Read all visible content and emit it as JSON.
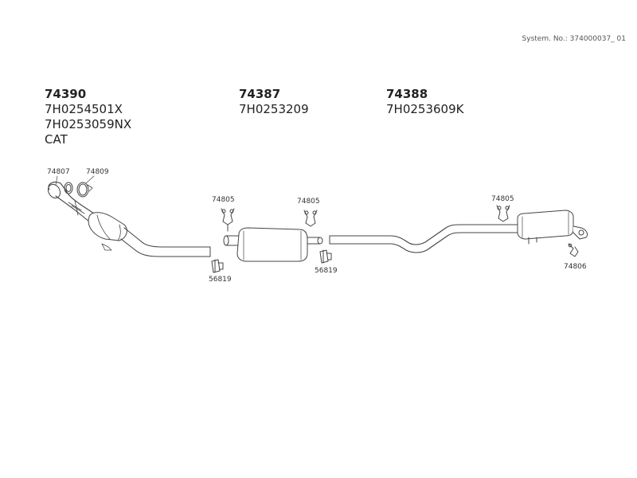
{
  "system_no": "System. No.: 374000037_ 01",
  "groups": [
    {
      "number": "74390",
      "lines": [
        "7H0254501X",
        "7H0253059NX",
        "CAT"
      ]
    },
    {
      "number": "74387",
      "lines": [
        "7H0253209"
      ]
    },
    {
      "number": "74388",
      "lines": [
        "7H0253609K"
      ]
    }
  ],
  "parts": {
    "p74807": "74807",
    "p74809": "74809",
    "p74805a": "74805",
    "p74805b": "74805",
    "p74805c": "74805",
    "p56819a": "56819",
    "p56819b": "56819",
    "p74806": "74806"
  },
  "colors": {
    "stroke": "#444444",
    "fill": "#ffffff"
  }
}
